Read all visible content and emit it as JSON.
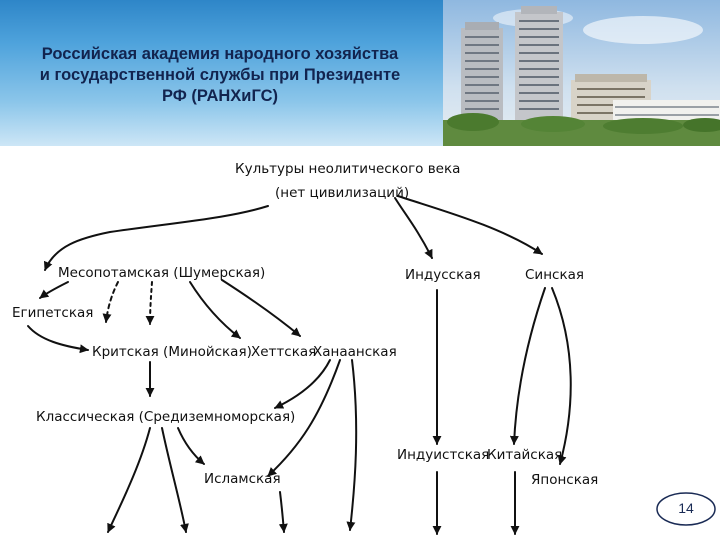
{
  "header": {
    "title_lines": [
      "Российская академия народного хозяйства",
      "и государственной службы при Президенте",
      "РФ (РАНХиГС)"
    ],
    "photo_icon": "building-photo"
  },
  "diagram": {
    "nodes": {
      "root_line1": "Культуры неолитического века",
      "root_line2": "(нет цивилизаций)",
      "mesopotamian": "Месопотамская (Шумерская)",
      "indus": "Индусская",
      "sinic": "Синская",
      "egyptian": "Египетская",
      "cretan": "Критская (Минойская)",
      "hittite": "Хеттская",
      "canaanite": "Ханаанская",
      "classical": "Классическая (Средиземноморская)",
      "islamic": "Исламская",
      "hindu": "Индуистская",
      "chinese": "Китайская",
      "japanese": "Японская"
    }
  },
  "footer": {
    "page_number": "14"
  }
}
